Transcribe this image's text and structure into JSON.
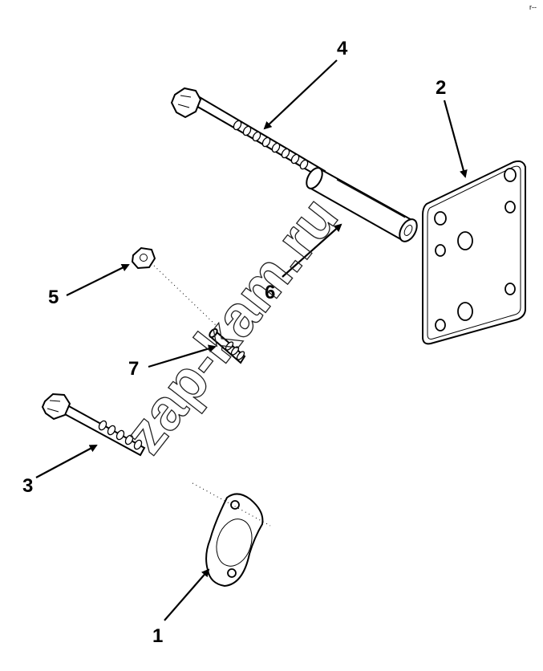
{
  "diagram": {
    "callouts": [
      {
        "id": "1",
        "label": "1"
      },
      {
        "id": "2",
        "label": "2"
      },
      {
        "id": "3",
        "label": "3"
      },
      {
        "id": "4",
        "label": "4"
      },
      {
        "id": "5",
        "label": "5"
      },
      {
        "id": "6",
        "label": "6"
      },
      {
        "id": "7",
        "label": "7"
      }
    ],
    "watermark": "zap-kam.ru",
    "corner_mark": "r--"
  }
}
